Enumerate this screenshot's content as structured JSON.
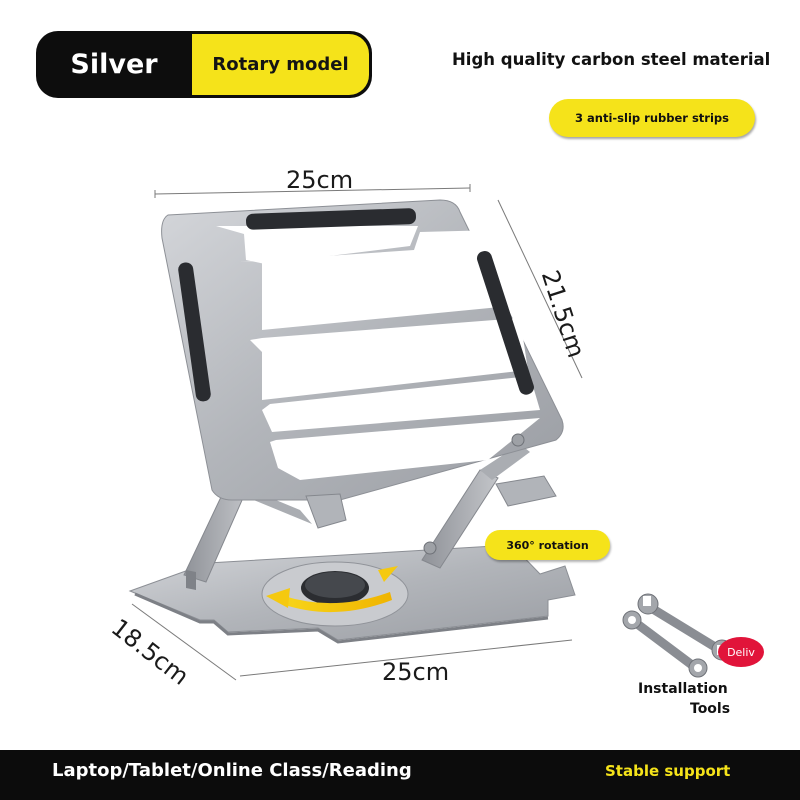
{
  "badge": {
    "color_label": "Silver",
    "model_label": "Rotary model"
  },
  "headline": "High quality carbon steel material",
  "anti_slip_label": "3 anti-slip rubber strips",
  "dimensions": {
    "top_width": "25cm",
    "height": "21.5cm",
    "depth": "18.5cm",
    "bottom_width": "25cm"
  },
  "rotation_label": "360° rotation",
  "tools": {
    "line1": "Installation",
    "line2": "Tools",
    "sticker": "Deliv"
  },
  "footer": {
    "left": "Laptop/Tablet/Online Class/Reading",
    "right": "Stable support"
  },
  "colors": {
    "accent_yellow": "#f5e31a",
    "dark": "#0d0d0d",
    "metal": "#b9bbbf",
    "sticker_red": "#e1143a"
  }
}
